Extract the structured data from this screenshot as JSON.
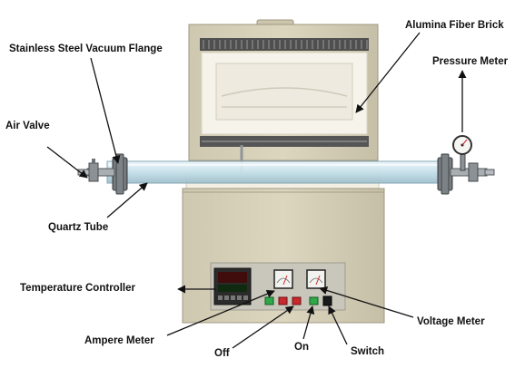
{
  "colors": {
    "body": "#d8d1b9",
    "body_dark": "#b9b29b",
    "body_shadow": "#9e977f",
    "insulation": "#f6f3ea",
    "insulation_shade": "#d9d4c6",
    "grille": "#6b6b6b",
    "panel": "#c9c6bb",
    "display": "#222222",
    "tube": "#cfe6ef",
    "steel": "#8f9599",
    "button_green": "#2fa84a",
    "button_red": "#c8282e",
    "button_black": "#1a1a1a",
    "arrow": "#111111",
    "label": "#111111"
  },
  "labels": {
    "alumina_fiber_brick": "Alumina Fiber Brick",
    "stainless_flange": "Stainless Steel Vacuum Flange",
    "pressure_meter": "Pressure Meter",
    "air_valve": "Air Valve",
    "quartz_tube": "Quartz Tube",
    "temperature_controller": "Temperature Controller",
    "voltage_meter": "Voltage Meter",
    "ampere_meter": "Ampere Meter",
    "on": "On",
    "off": "Off",
    "switch": "Switch"
  }
}
